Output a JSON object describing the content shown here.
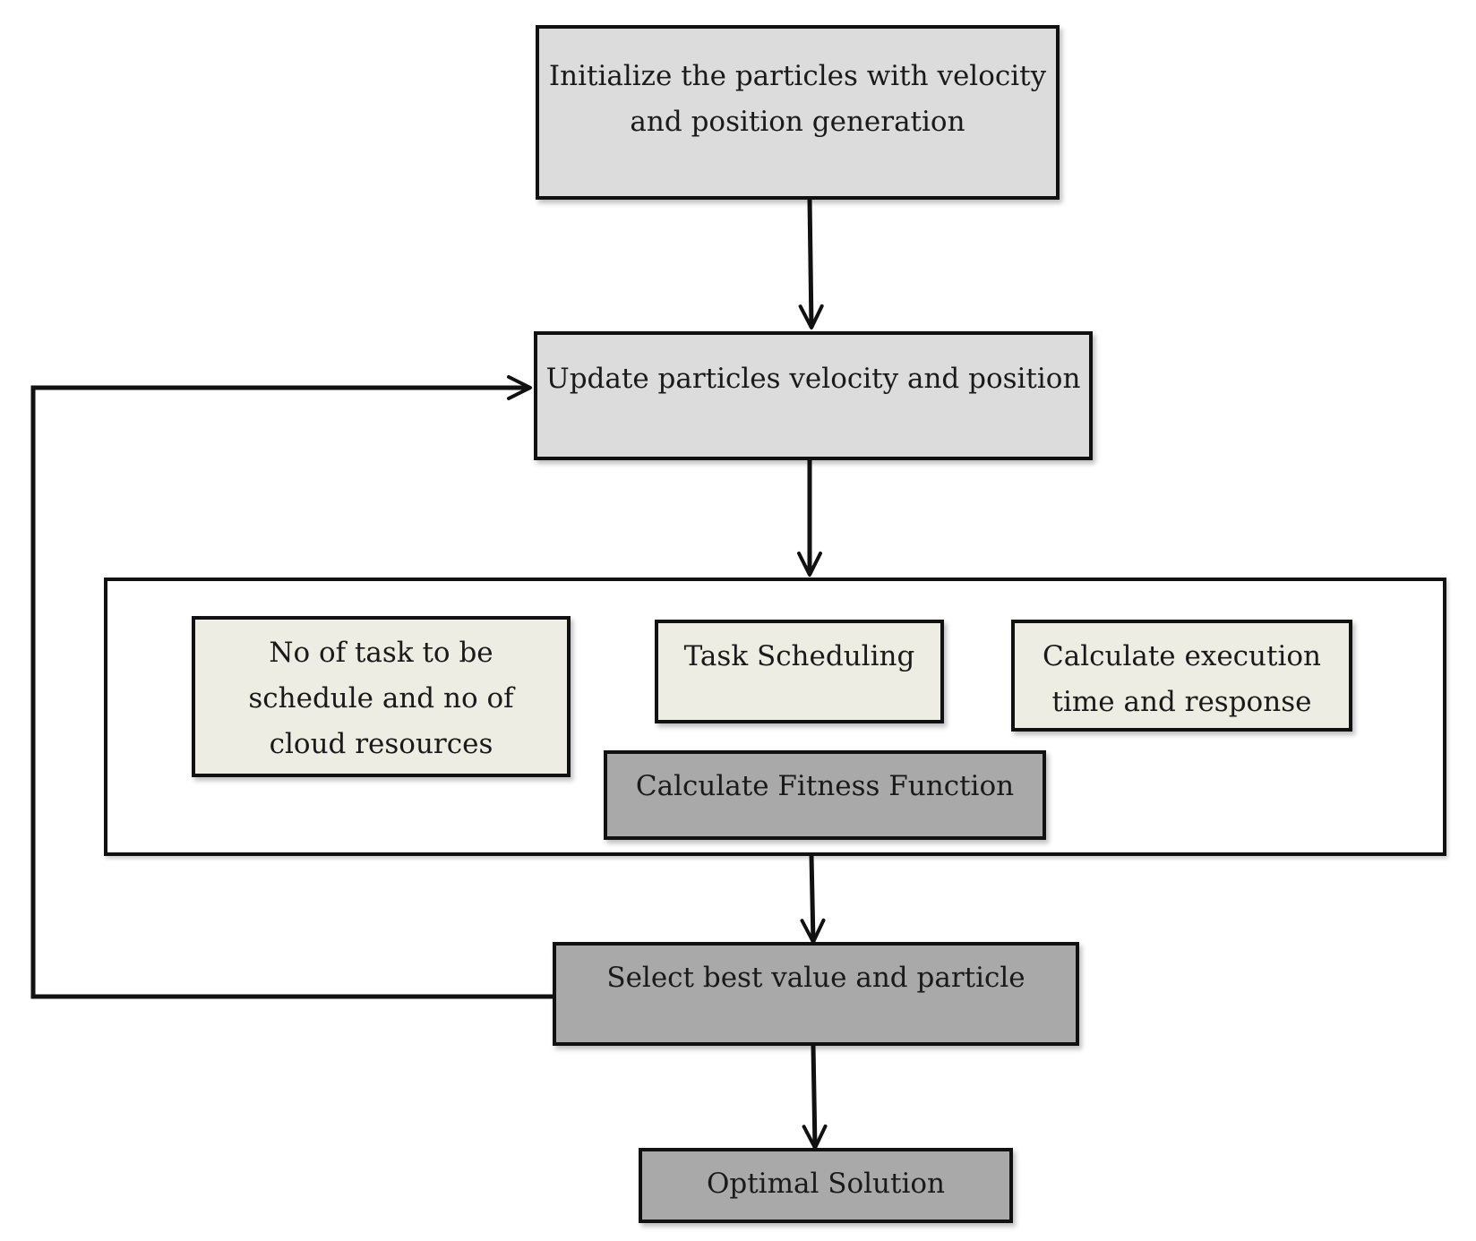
{
  "colors": {
    "light_box": "#dcdcdc",
    "cream_box": "#eeede4",
    "dark_box": "#a9a9a9",
    "stroke": "#111111"
  },
  "nodes": {
    "init": "Initialize the particles with velocity\nand position generation",
    "update": "Update particles velocity and position",
    "tasks_resources": "No of task to be\nschedule and no of\ncloud resources",
    "task_scheduling": "Task Scheduling",
    "calc_exec": "Calculate execution\ntime and response",
    "fitness": "Calculate Fitness Function",
    "select_best": "Select best value and particle",
    "optimal": "Optimal Solution"
  },
  "edges": [
    {
      "from": "init",
      "to": "update"
    },
    {
      "from": "update",
      "to": "evaluation-group"
    },
    {
      "from": "evaluation-group",
      "to": "select_best"
    },
    {
      "from": "select_best",
      "to": "optimal"
    },
    {
      "from": "select_best",
      "to": "update",
      "type": "feedback-loop"
    }
  ]
}
